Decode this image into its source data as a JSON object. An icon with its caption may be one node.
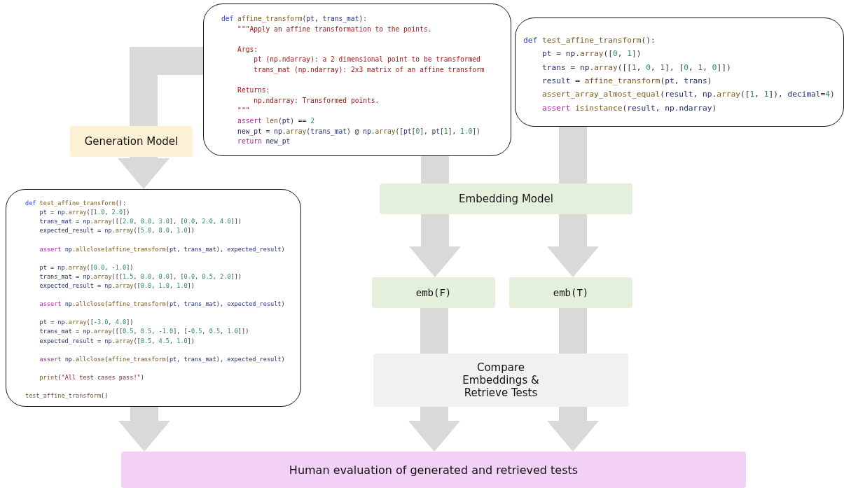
{
  "diagram": {
    "nodes": [
      {
        "text": [
          "def affine_transform(pt, trans_mat):",
          "    \"\"\"Apply an affine transformation to the points.",
          "    Args:",
          "        pt (np.ndarray): a 2 dimensional point to be transformed",
          "        trans_mat (np.ndarray): 2x3 matrix of an affine transform",
          "    Returns:",
          "        np.ndarray: Transformed points.",
          "    \"\"\"",
          "    assert len(pt) == 2",
          "    new_pt = np.array(trans_mat) @ np.array([pt[0], pt[1], 1.0])",
          "    return new_pt"
        ]
      },
      {
        "text": [
          "def test_affine_transform():",
          "    pt = np.array([0, 1])",
          "    trans = np.array([[1, 0, 1], [0, 1, 0]])",
          "    result = affine_transform(pt, trans)",
          "    assert_array_almost_equal(result, np.array([1, 1]), decimal=4)",
          "    assert isinstance(result, np.ndarray)"
        ]
      },
      {
        "text": [
          "Generation Model"
        ]
      },
      {
        "text": [
          "def test_affine_transform():",
          "    pt = np.array([1.0, 2.0])",
          "    trans_mat = np.array([[2.0, 0.0, 3.0], [0.0, 2.0, 4.0]])",
          "    expected_result = np.array([5.0, 8.0, 1.0])",
          "    assert np.allclose(affine_transform(pt, trans_mat), expected_result)",
          "    pt = np.array([0.0, -1.0])",
          "    trans_mat = np.array([[1.5, 0.0, 0.0], [0.0, 0.5, 2.0]])",
          "    expected_result = np.array([0.0, 1.0, 1.0])",
          "    assert np.allclose(affine_transform(pt, trans_mat), expected_result)",
          "    pt = np.array([-3.0, 4.0])",
          "    trans_mat = np.array([[0.5, 0.5, -1.0], [-0.5, 0.5, 1.0]])",
          "    expected_result = np.array([0.5, 4.5, 1.0])",
          "    assert np.allclose(affine_transform(pt, trans_mat), expected_result)",
          "    print(\"All test cases pass!\")",
          "test_affine_transform()"
        ]
      },
      {
        "text": [
          "Embedding Model"
        ]
      },
      {
        "text": [
          "emb(F)"
        ]
      },
      {
        "text": [
          "emb(T)"
        ]
      },
      {
        "text": [
          "Compare Embeddings & Retrieve Tests"
        ]
      },
      {
        "text": [
          "Human evaluation of generated and retrieved tests"
        ]
      }
    ],
    "edges": [
      {
        "from": 0,
        "to": 2,
        "arrow": "none"
      },
      {
        "from": 2,
        "to": 3,
        "arrow": "to"
      },
      {
        "from": 3,
        "to": 8,
        "arrow": "to"
      },
      {
        "from": 0,
        "to": 4,
        "arrow": "none"
      },
      {
        "from": 1,
        "to": 4,
        "arrow": "none"
      },
      {
        "from": 4,
        "to": 5,
        "arrow": "to"
      },
      {
        "from": 4,
        "to": 6,
        "arrow": "to"
      },
      {
        "from": 5,
        "to": 7,
        "arrow": "none"
      },
      {
        "from": 6,
        "to": 7,
        "arrow": "none"
      },
      {
        "from": 7,
        "to": 8,
        "arrow": "to"
      },
      {
        "from": 7,
        "to": 8,
        "arrow": "to"
      }
    ]
  }
}
